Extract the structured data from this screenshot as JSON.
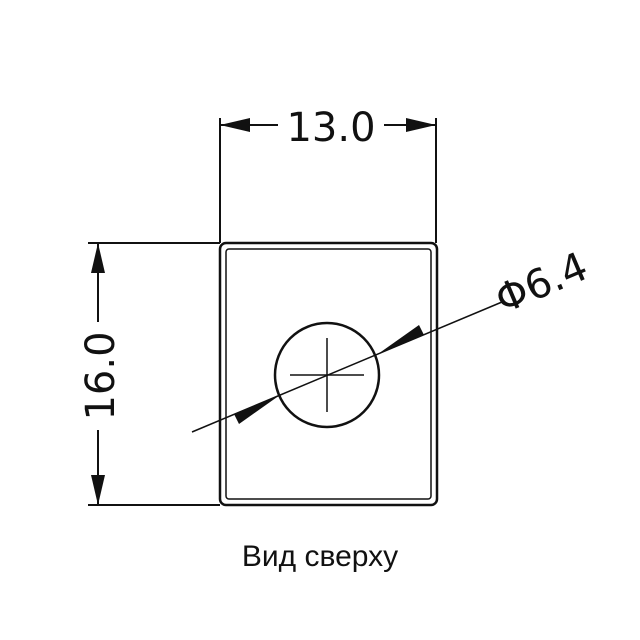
{
  "drawing": {
    "width_dimension": "13.0",
    "height_dimension": "16.0",
    "diameter_dimension": "Φ6.4",
    "caption": "Вид сверху"
  },
  "colors": {
    "line": "#111111",
    "background": "#ffffff"
  }
}
